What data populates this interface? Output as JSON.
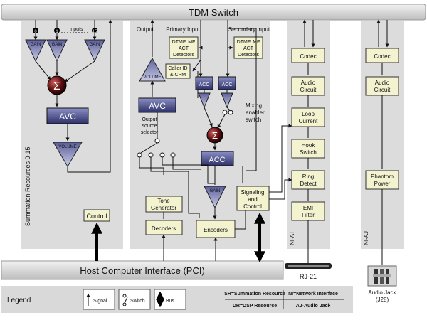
{
  "top_bar": {
    "label": "TDM Switch"
  },
  "bottom_bar": {
    "label": "Host Computer Interface (PCI)"
  },
  "summation": {
    "side_label": "Summation Resources 0-15",
    "inputs_label": "Inputs",
    "input_numbers": [
      "0",
      "1",
      "15"
    ],
    "gain_label": "GAIN",
    "sum_symbol": "Σ",
    "avc_label": "AVC",
    "volume_label": "VOLUME",
    "control_label": "Control"
  },
  "dsp": {
    "output_label": "Output",
    "primary_input_label": "Primary Input",
    "secondary_input_label": "Secondary Input",
    "detectors_label": [
      "DTMF, MF",
      "ACT",
      "Detectors"
    ],
    "caller_id_label": [
      "Caller ID",
      "& CPM"
    ],
    "volume_label": "VOLUME",
    "avc_label": "AVC",
    "acc_label": "ACC",
    "gain_label": "GAIN",
    "sum_symbol": "Σ",
    "output_source_selector_label": [
      "Output",
      "source",
      "selector"
    ],
    "mixing_enabler_label": [
      "Mixing",
      "enabler",
      "switch"
    ],
    "tone_generator_label": [
      "Tone",
      "Generator"
    ],
    "decoders_label": "Decoders",
    "encoders_label": "Encoders",
    "signaling_label": [
      "Signaling",
      "and",
      "Control"
    ]
  },
  "ni_at": {
    "side_label": "NI-AT",
    "blocks": [
      [
        "Codec"
      ],
      [
        "Audio",
        "Circuit"
      ],
      [
        "Loop",
        "Current"
      ],
      [
        "Hook",
        "Switch"
      ],
      [
        "Ring",
        "Detect"
      ],
      [
        "EMI",
        "Filter"
      ]
    ],
    "connector_label": "RJ-21"
  },
  "ni_aj": {
    "side_label": "NI-AJ",
    "blocks": [
      [
        "Codec"
      ],
      [
        "Audio",
        "Circuit"
      ],
      [
        "Phantom",
        "Power"
      ]
    ],
    "jack_label": [
      "Audio Jack",
      "(J28)"
    ]
  },
  "legend": {
    "title": "Legend",
    "signal_label": "Signal",
    "switch_label": "Switch",
    "bus_label": "Bus",
    "definitions": [
      "SR=Summation Resource",
      "NI=Network Interface",
      "DR=DSP Resource",
      "AJ-Audio Jack"
    ]
  }
}
